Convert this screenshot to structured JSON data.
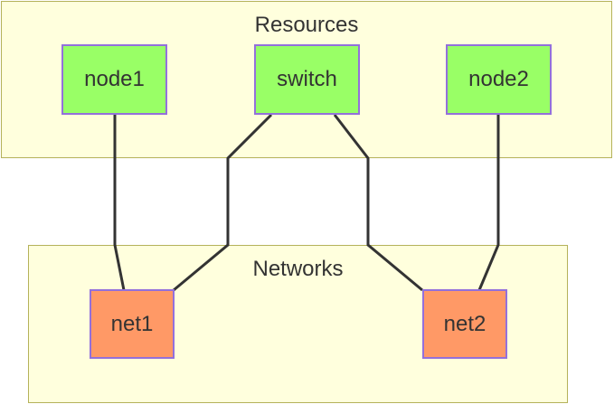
{
  "diagram": {
    "clusters": {
      "resources": {
        "label": "Resources"
      },
      "networks": {
        "label": "Networks"
      }
    },
    "nodes": {
      "node1": {
        "label": "node1"
      },
      "switch": {
        "label": "switch"
      },
      "node2": {
        "label": "node2"
      },
      "net1": {
        "label": "net1"
      },
      "net2": {
        "label": "net2"
      }
    },
    "edges": [
      {
        "from": "node1",
        "to": "net1"
      },
      {
        "from": "switch",
        "to": "net1"
      },
      {
        "from": "switch",
        "to": "net2"
      },
      {
        "from": "node2",
        "to": "net2"
      }
    ],
    "colors": {
      "cluster_fill": "#ffffdd",
      "cluster_border": "#b5b25a",
      "resource_node_fill": "#99ff66",
      "network_node_fill": "#ff9966",
      "node_border": "#9370db",
      "edge": "#333333",
      "text": "#333333"
    }
  }
}
